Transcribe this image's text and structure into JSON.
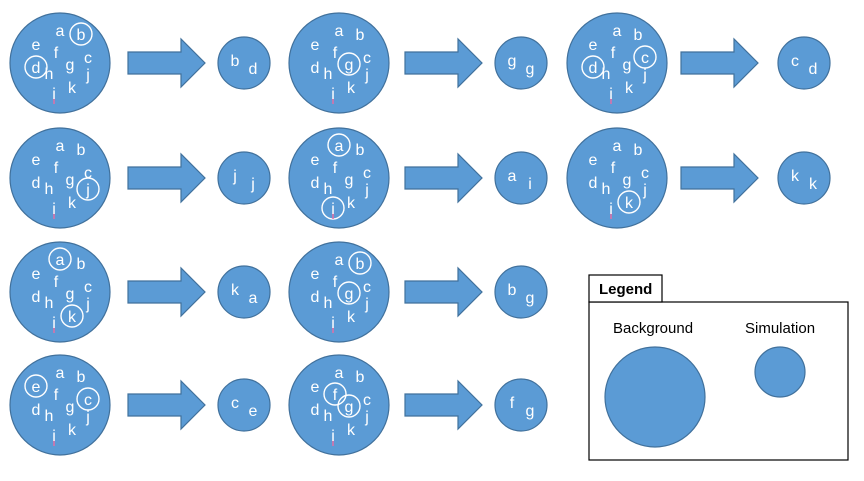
{
  "colors": {
    "fill": "#5b9bd5",
    "stroke": "#41719c",
    "text": "#ffffff",
    "cursor": "#e26ea6"
  },
  "letters": [
    "a",
    "b",
    "c",
    "d",
    "e",
    "f",
    "g",
    "h",
    "i",
    "j",
    "k"
  ],
  "rows": [
    [
      {
        "circled": [
          "b",
          "d"
        ],
        "result": [
          "b",
          "d"
        ]
      },
      {
        "circled": [
          "g"
        ],
        "result": [
          "g",
          "g"
        ]
      },
      {
        "circled": [
          "d",
          "c"
        ],
        "result": [
          "c",
          "d"
        ]
      }
    ],
    [
      {
        "circled": [
          "j"
        ],
        "result": [
          "j",
          "j"
        ]
      },
      {
        "circled": [
          "a",
          "i"
        ],
        "result": [
          "a",
          "i"
        ]
      },
      {
        "circled": [
          "k"
        ],
        "result": [
          "k",
          "k"
        ]
      }
    ],
    [
      {
        "circled": [
          "a",
          "k"
        ],
        "result": [
          "k",
          "a"
        ]
      },
      {
        "circled": [
          "b",
          "g"
        ],
        "result": [
          "b",
          "g"
        ]
      }
    ],
    [
      {
        "circled": [
          "e",
          "c"
        ],
        "result": [
          "c",
          "e"
        ]
      },
      {
        "circled": [
          "f",
          "g"
        ],
        "result": [
          "f",
          "g"
        ]
      }
    ]
  ],
  "legend": {
    "title": "Legend",
    "background": "Background",
    "simulation": "Simulation"
  }
}
